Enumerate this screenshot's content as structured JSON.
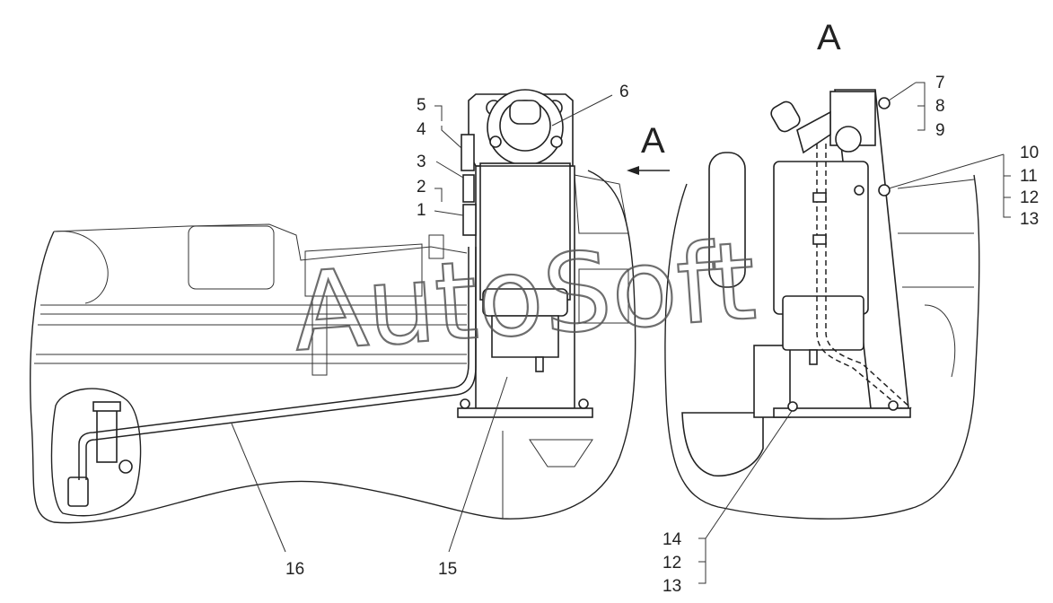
{
  "figure": {
    "view_label": "A",
    "view_arrow_label": "A",
    "watermark": "AutoSoft",
    "callouts_left": [
      "5",
      "4",
      "3",
      "2",
      "1",
      "6",
      "16",
      "15"
    ],
    "callouts_right": [
      "7",
      "8",
      "9",
      "10",
      "11",
      "12",
      "13",
      "14",
      "12",
      "13"
    ]
  }
}
